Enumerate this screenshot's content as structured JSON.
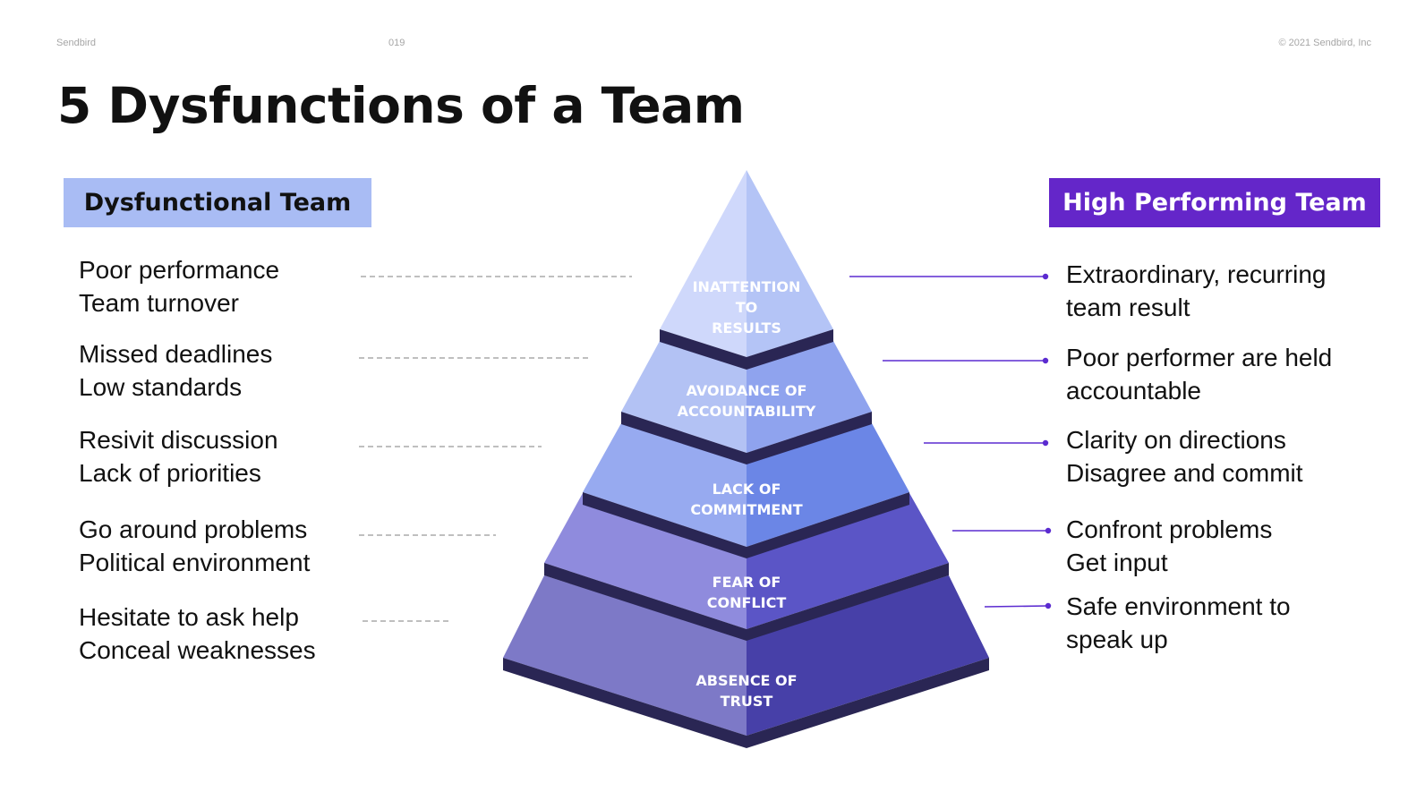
{
  "meta": {
    "brand": "Sendbird",
    "page_number": "019",
    "copyright": "© 2021 Sendbird, Inc"
  },
  "title": "5 Dysfunctions of a Team",
  "left_header": "Dysfunctional Team",
  "right_header": "High Performing Team",
  "pyramid": [
    {
      "lines": [
        "INATTENTION",
        "TO",
        "RESULTS"
      ],
      "colors": {
        "left": "#cfd8fb",
        "right": "#b4c4f6",
        "edge": "#2a2654"
      }
    },
    {
      "lines": [
        "AVOIDANCE OF",
        "ACCOUNTABILITY"
      ],
      "colors": {
        "left": "#b3c2f4",
        "right": "#8fa3ee",
        "edge": "#2a2654"
      }
    },
    {
      "lines": [
        "LACK OF",
        "COMMITMENT"
      ],
      "colors": {
        "left": "#97aaf0",
        "right": "#6b86e6",
        "edge": "#2a2654"
      }
    },
    {
      "lines": [
        "FEAR OF",
        "CONFLICT"
      ],
      "colors": {
        "left": "#8f8bdd",
        "right": "#5b55c6",
        "edge": "#2a2654"
      }
    },
    {
      "lines": [
        "ABSENCE OF",
        "TRUST"
      ],
      "colors": {
        "left": "#7d79c7",
        "right": "#4740a8",
        "edge": "#2a2654"
      }
    }
  ],
  "left_items": [
    {
      "lines": [
        "Poor performance",
        "Team turnover"
      ]
    },
    {
      "lines": [
        "Missed deadlines",
        "Low standards"
      ]
    },
    {
      "lines": [
        "Resivit discussion",
        "Lack of priorities"
      ]
    },
    {
      "lines": [
        "Go around problems",
        "Political environment"
      ]
    },
    {
      "lines": [
        "Hesitate to ask help",
        "Conceal weaknesses"
      ]
    }
  ],
  "right_items": [
    {
      "lines": [
        "Extraordinary, recurring",
        "team result"
      ]
    },
    {
      "lines": [
        "Poor performer are held",
        "accountable"
      ]
    },
    {
      "lines": [
        "Clarity on directions",
        "Disagree and commit"
      ]
    },
    {
      "lines": [
        "Confront problems",
        "Get input"
      ]
    },
    {
      "lines": [
        "Safe environment to",
        "speak up"
      ]
    }
  ],
  "colors": {
    "accent_purple": "#6426c9",
    "header_blue": "#a9bcf4",
    "dashed_line": "#aaaaaa",
    "connector": "#5b2bd0"
  }
}
